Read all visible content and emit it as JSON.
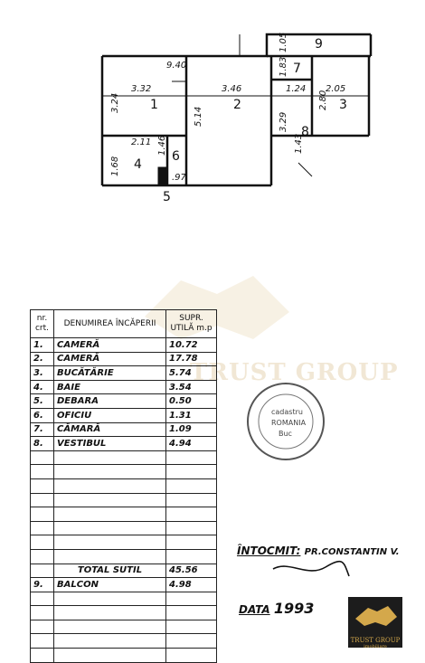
{
  "plan": {
    "dims": [
      "9.40",
      "3.32",
      "3.46",
      "2.05",
      "3.24",
      "5.14",
      "2.11",
      "1.68",
      "1.46",
      "1.05",
      "1.83",
      "1.24",
      "2.80",
      "3.29",
      "1.43",
      ".97"
    ],
    "room_numbers": [
      "1",
      "2",
      "3",
      "4",
      "5",
      "6",
      "7",
      "8",
      "9"
    ]
  },
  "table": {
    "headers": {
      "nr": "nr. crt.",
      "name": "DENUMIREA ÎNCĂPERII",
      "area": "SUPR. UTILĂ m.p"
    },
    "rows": [
      {
        "nr": "1.",
        "name": "CAMERĂ",
        "area": "10.72"
      },
      {
        "nr": "2.",
        "name": "CAMERĂ",
        "area": "17.78"
      },
      {
        "nr": "3.",
        "name": "BUCĂTĂRIE",
        "area": "5.74"
      },
      {
        "nr": "4.",
        "name": "BAIE",
        "area": "3.54"
      },
      {
        "nr": "5.",
        "name": "DEBARA",
        "area": "0.50"
      },
      {
        "nr": "6.",
        "name": "OFICIU",
        "area": "1.31"
      },
      {
        "nr": "7.",
        "name": "CĂMARĂ",
        "area": "1.09"
      },
      {
        "nr": "8.",
        "name": "VESTIBUL",
        "area": "4.94"
      }
    ],
    "total": {
      "label": "TOTAL SUTIL",
      "area": "45.56"
    },
    "balcony": {
      "nr": "9.",
      "name": "BALCON",
      "area": "4.98"
    }
  },
  "watermark": "TRUST GROUP",
  "stamp": {
    "lines": [
      "cadastru",
      "ROMANIA",
      "Buc"
    ]
  },
  "signature": {
    "label": "ÎNTOCMIT:",
    "name": "PR.CONSTANTIN V."
  },
  "date": {
    "label": "DATA",
    "value": "1993"
  },
  "logo": {
    "name": "TRUST GROUP",
    "tagline": "imobiliare"
  }
}
